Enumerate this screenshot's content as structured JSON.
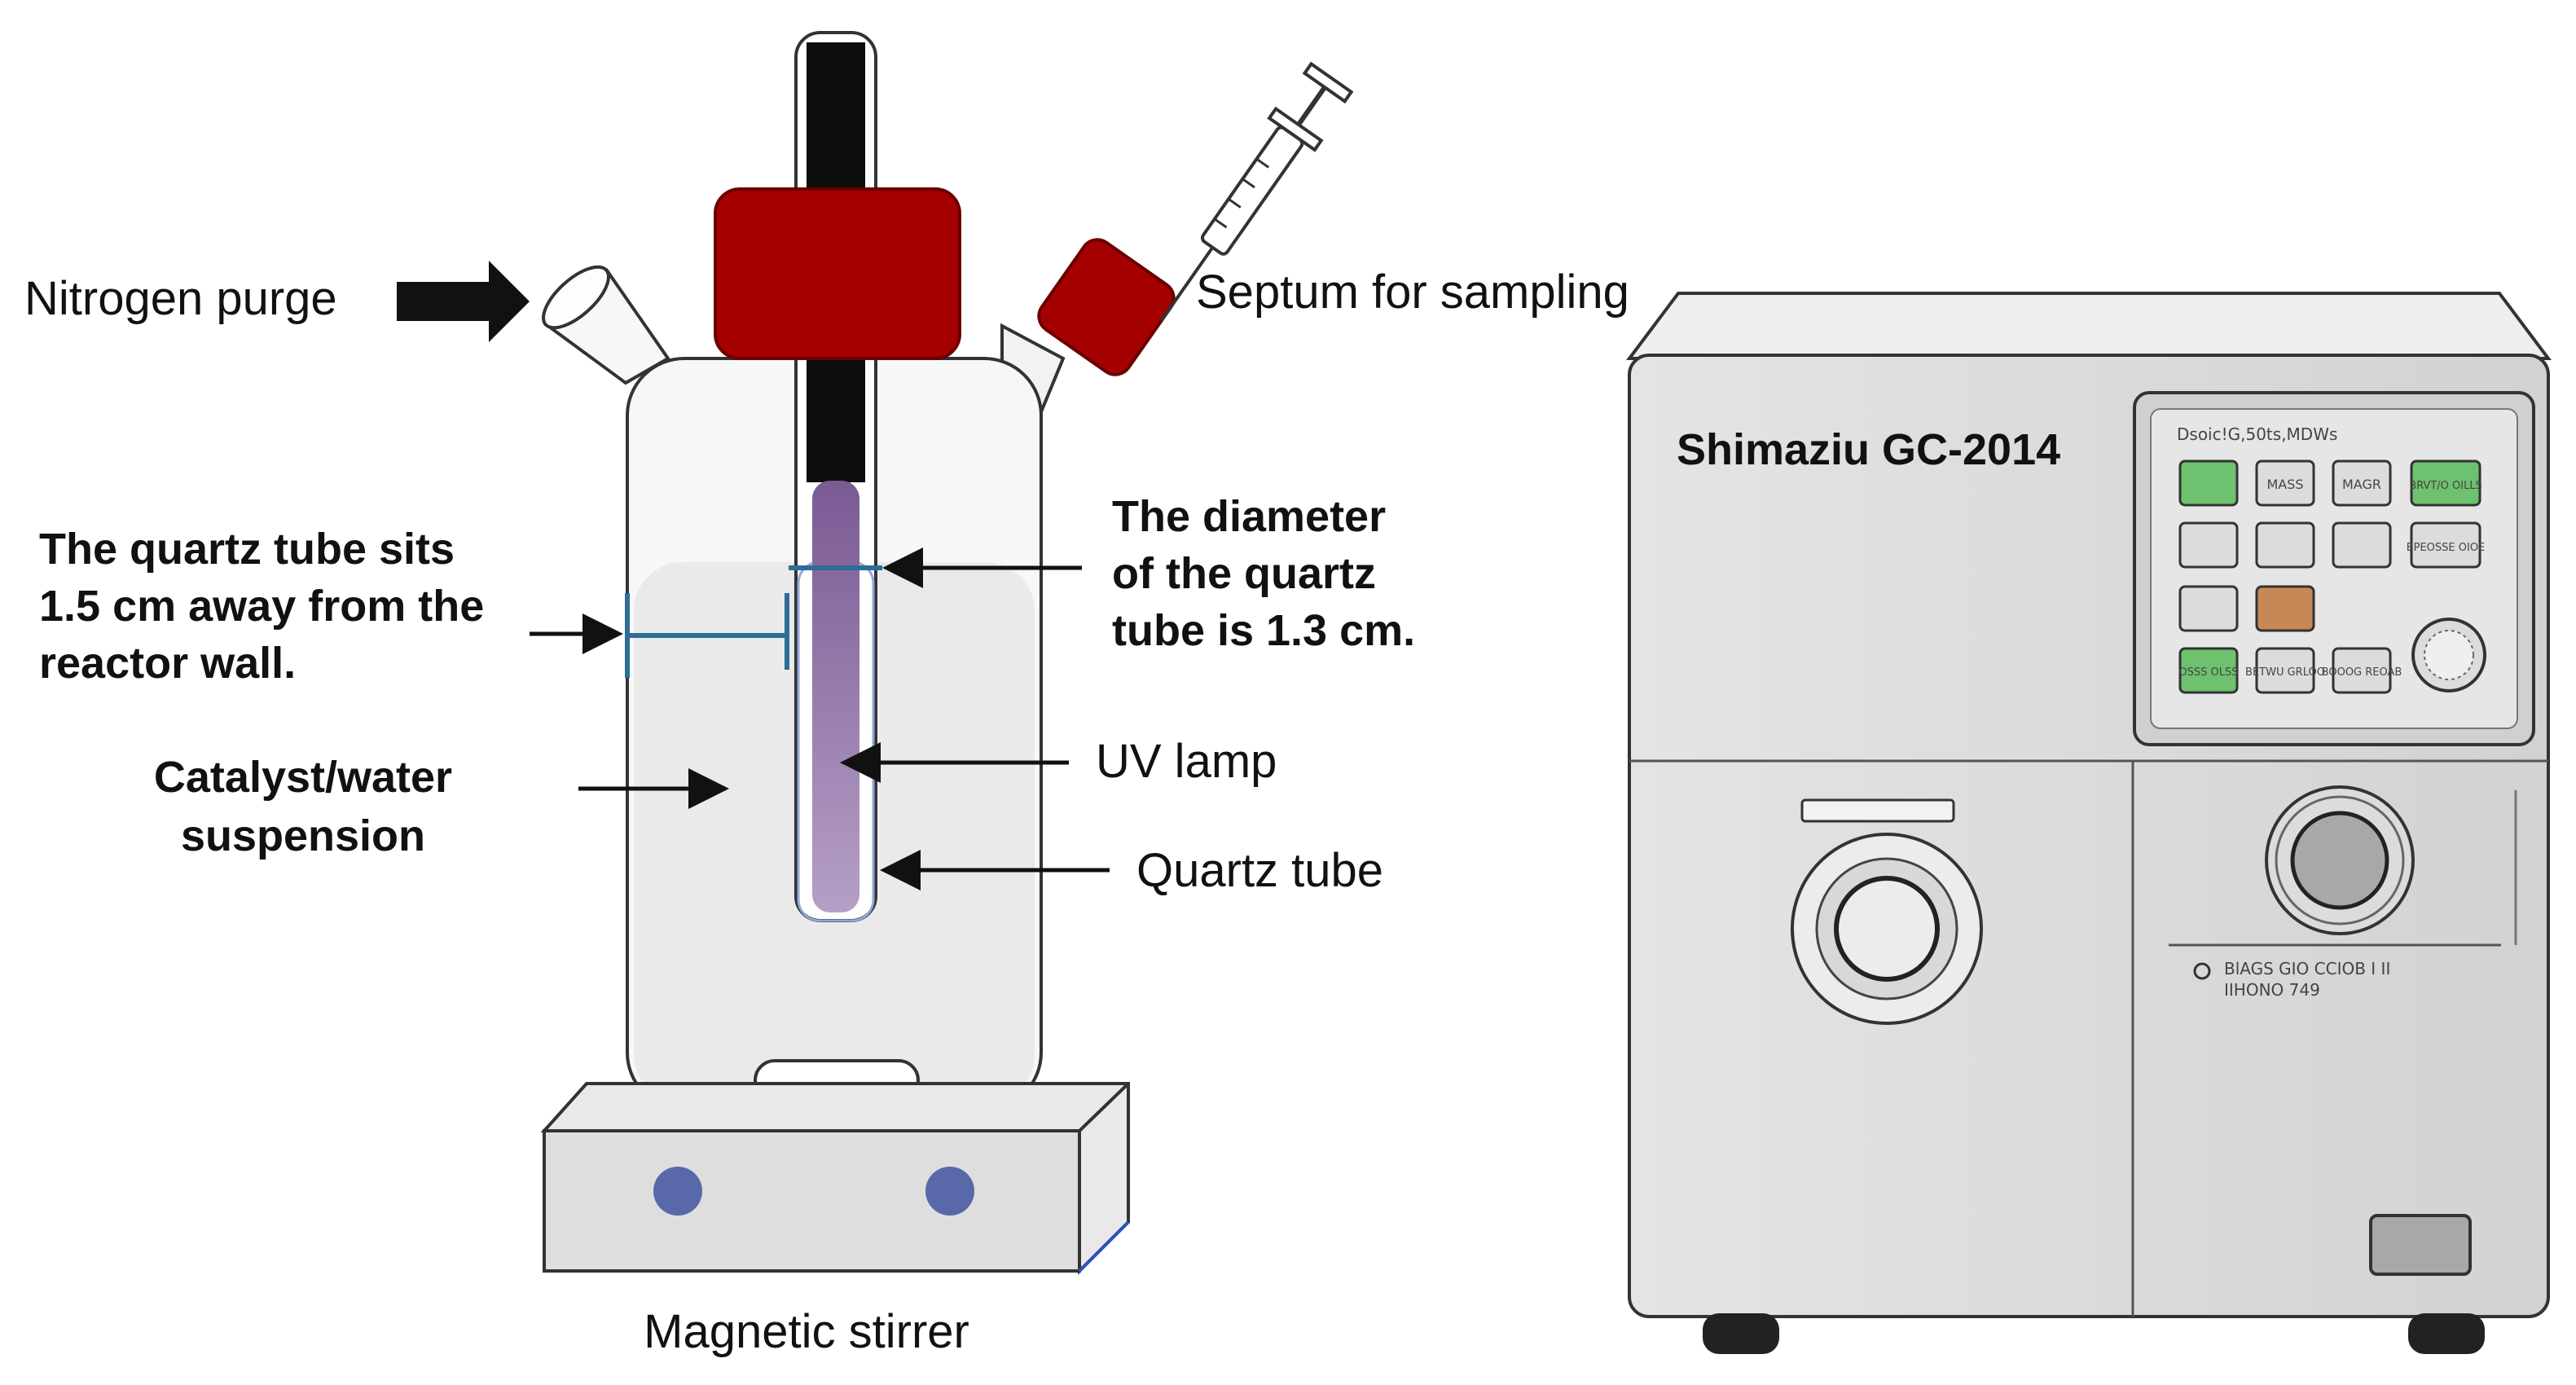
{
  "labels": {
    "nitrogen_purge": "Nitrogen purge",
    "septum": "Septum for sampling",
    "wall_gap": [
      "The quartz tube sits",
      "1.5 cm away from the",
      "reactor wall."
    ],
    "diameter": [
      "The diameter",
      "of the quartz",
      "tube is 1.3 cm."
    ],
    "uv_lamp": "UV lamp",
    "quartz_tube": "Quartz tube",
    "suspension": [
      "Catalyst/water",
      "suspension"
    ],
    "stirrer": "Magnetic stirrer"
  },
  "instrument": {
    "name": "Shimaziu GC-2014",
    "panel_header": "Dsoic!G,50ts,MDWs",
    "buttons": [
      [
        "",
        "MASS",
        "MAGR",
        "BRVT/O OILLS"
      ],
      [
        "",
        "",
        "",
        "BPEOSSE OIOE"
      ],
      [
        "",
        "",
        "",
        ""
      ],
      [
        "OSSS OLSS",
        "BETWU GRLOO",
        "BOOOG REOAB",
        ""
      ]
    ],
    "port_label": [
      "BlAGS GIO CCIOB I II",
      "IIHONO 749"
    ]
  },
  "colors": {
    "red_cap": "#a50000",
    "uv_purple": "#7a5a94",
    "dimension_blue": "#2d6d96",
    "green_button": "#6ec16e",
    "orange_button": "#c88855"
  }
}
